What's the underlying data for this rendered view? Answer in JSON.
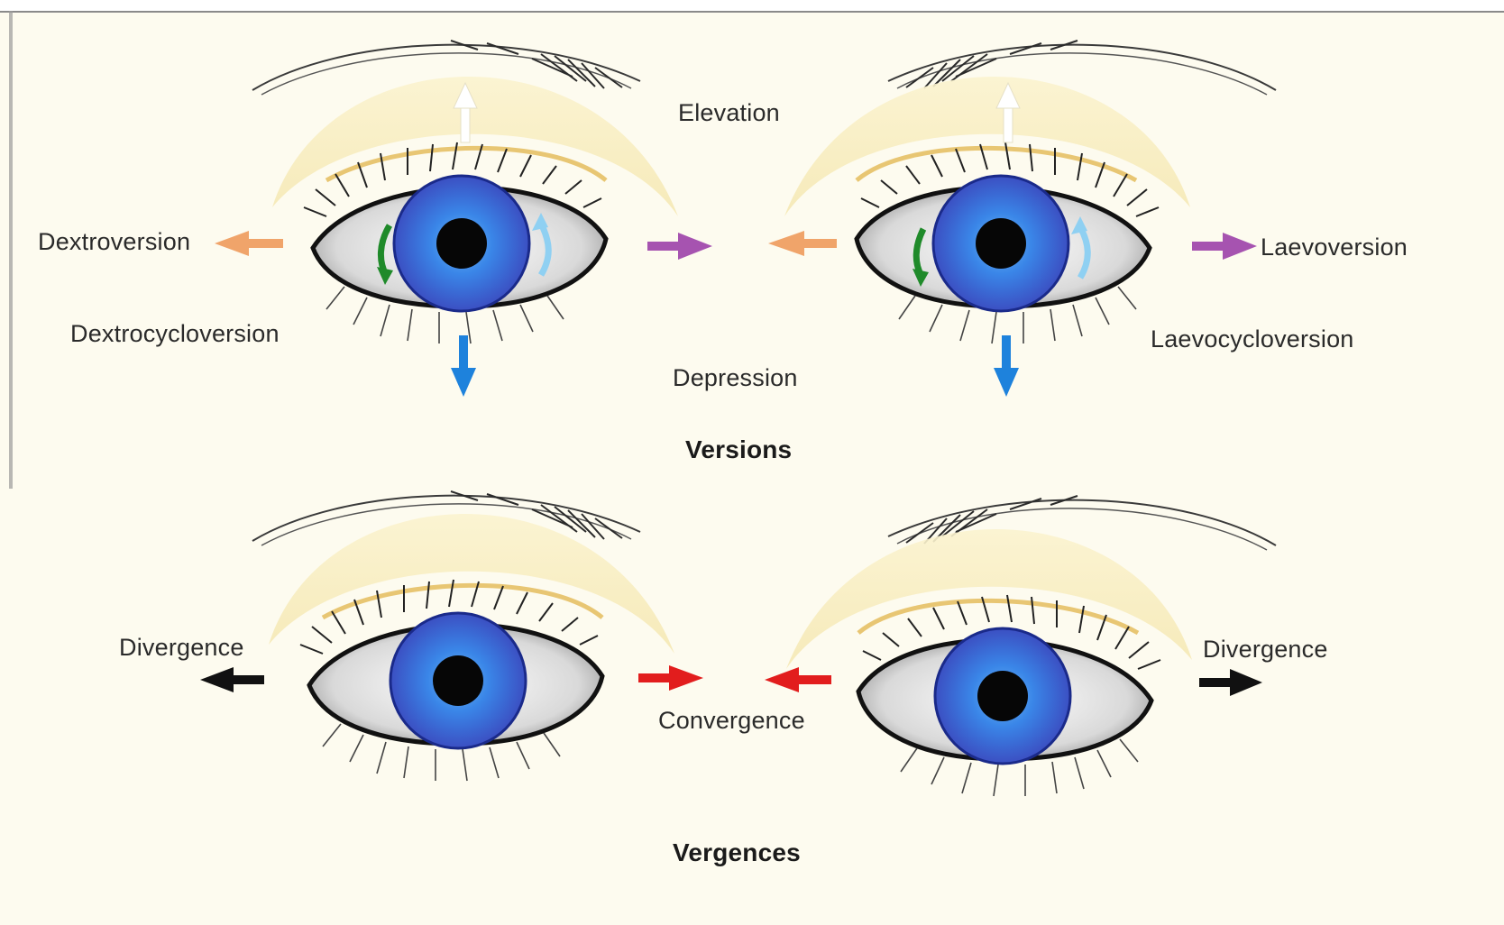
{
  "versions": {
    "heading": "Versions",
    "elevation": "Elevation",
    "depression": "Depression",
    "dextroversion": "Dextroversion",
    "laevoversion": "Laevoversion",
    "dextrocycloversion": "Dextrocycloversion",
    "laevocycloversion": "Laevocycloversion"
  },
  "vergences": {
    "heading": "Vergences",
    "divergence_left": "Divergence",
    "divergence_right": "Divergence",
    "convergence": "Convergence"
  },
  "colors": {
    "elevation_arrow": "#ffffff",
    "depression_arrow": "#1e82dc",
    "dextroversion_arrow": "#f0a46a",
    "laevoversion_arrow": "#a653b0",
    "cyclo_green": "#1f8a2a",
    "cyclo_lightblue": "#8fd0f2",
    "convergence_arrow": "#e21d1d",
    "divergence_arrow": "#111111",
    "iris": "#2f6fd8",
    "skin": "#f9efc4"
  }
}
